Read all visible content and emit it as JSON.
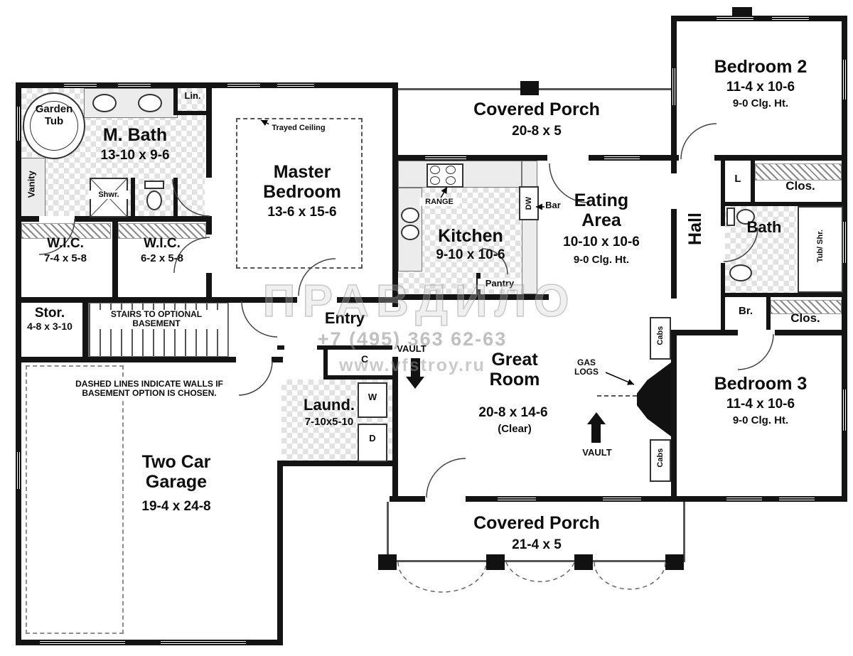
{
  "watermark": {
    "logo": "ПРАВДИЛО",
    "phone": "+7 (495) 363 62-63",
    "site": "www.vfstroy.ru"
  },
  "rooms": {
    "m_bath": {
      "name": "M. Bath",
      "dims": "13-10 x 9-6"
    },
    "master_bedroom": {
      "name": "Master Bedroom",
      "dims": "13-6 x 15-6"
    },
    "wic1": {
      "name": "W.I.C.",
      "dims": "7-4 x 5-8"
    },
    "wic2": {
      "name": "W.I.C.",
      "dims": "6-2 x 5-8"
    },
    "porch_top": {
      "name": "Covered Porch",
      "dims": "20-8 x 5"
    },
    "bedroom2": {
      "name": "Bedroom 2",
      "dims": "11-4 x 10-6",
      "ceiling": "9-0 Clg. Ht."
    },
    "kitchen": {
      "name": "Kitchen",
      "dims": "9-10 x 10-6"
    },
    "eating": {
      "name": "Eating Area",
      "dims": "10-10 x 10-6",
      "ceiling": "9-0 Clg. Ht."
    },
    "hall": {
      "name": "Hall"
    },
    "bath2": {
      "name": "Bath"
    },
    "great_room": {
      "name": "Great Room",
      "dims": "20-8 x 14-6",
      "note": "(Clear)"
    },
    "bedroom3": {
      "name": "Bedroom 3",
      "dims": "11-4 x 10-6",
      "ceiling": "9-0 Clg. Ht."
    },
    "stor": {
      "name": "Stor.",
      "dims": "4-8 x 3-10"
    },
    "entry": {
      "name": "Entry"
    },
    "laundry": {
      "name": "Laund.",
      "dims": "7-10x5-10"
    },
    "garage": {
      "name": "Two Car Garage",
      "dims": "19-4 x 24-8"
    },
    "porch_bottom": {
      "name": "Covered Porch",
      "dims": "21-4 x 5"
    }
  },
  "labels": {
    "garden_tub": "Garden Tub",
    "vanity": "Vanity",
    "shower": "Shwr.",
    "linen": "Lin.",
    "trayed_ceiling": "Trayed Ceiling",
    "range": "RANGE",
    "dishwasher": "DW",
    "bar": "Bar",
    "pantry": "Pantry",
    "linen2": "L",
    "closet_top": "Clos.",
    "tub_shower": "Tub/ Shr.",
    "broom": "Br.",
    "closet_bottom": "Clos.",
    "stairs": "STAIRS TO OPTIONAL BASEMENT",
    "coat_closet": "C",
    "washer": "W",
    "dryer": "D",
    "gas_logs": "GAS LOGS",
    "vault_top": "VAULT",
    "vault_bottom": "VAULT",
    "cabs_top": "Cabs",
    "cabs_bottom": "Cabs",
    "garage_note": "DASHED LINES INDICATE WALLS IF BASEMENT OPTION IS CHOSEN."
  }
}
